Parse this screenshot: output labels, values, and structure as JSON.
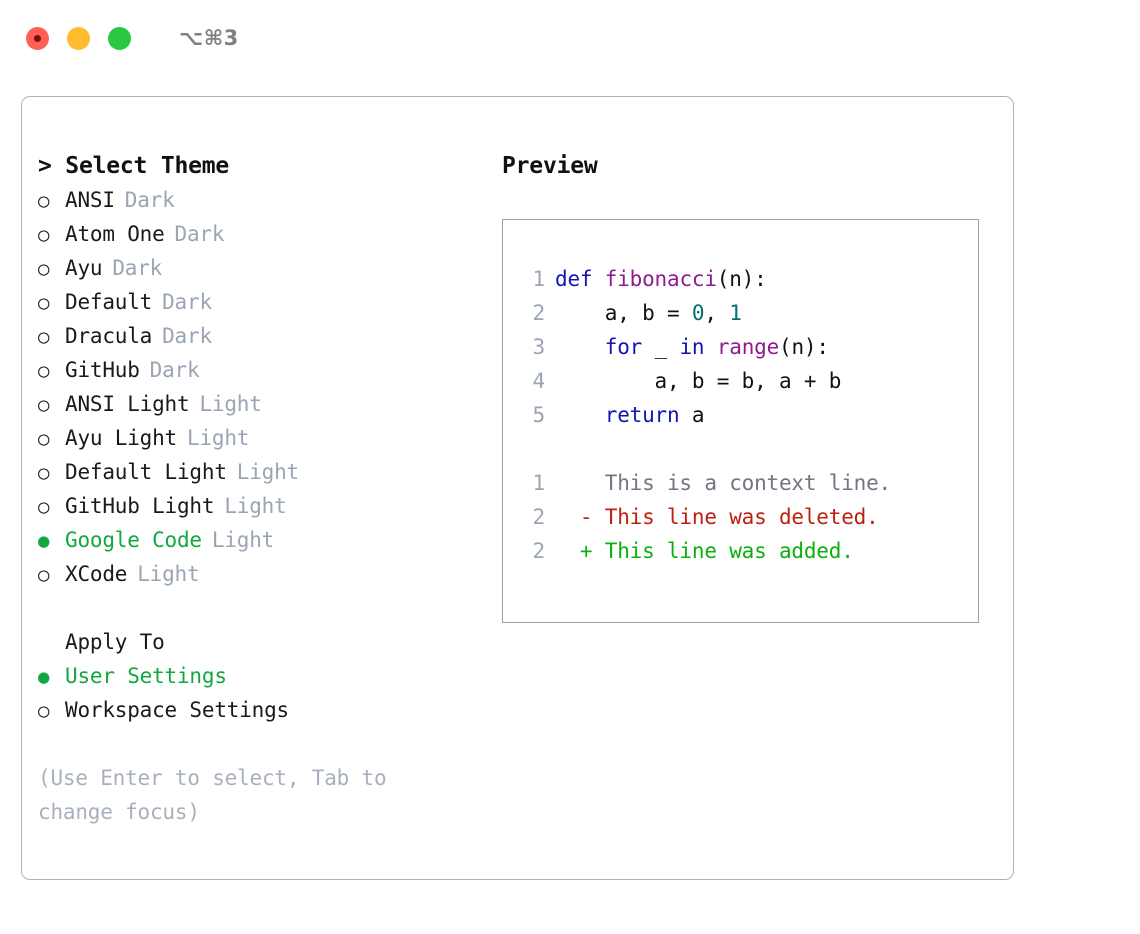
{
  "window": {
    "shortcut_hint": "⌥⌘3",
    "traffic_lights": [
      "close",
      "minimize",
      "maximize"
    ]
  },
  "theme_picker": {
    "heading": "> Select Theme",
    "marker_selected": "●",
    "marker_unselected": "○",
    "items": [
      {
        "label": "ANSI",
        "variant": "Dark",
        "selected": false
      },
      {
        "label": "Atom One",
        "variant": "Dark",
        "selected": false
      },
      {
        "label": "Ayu",
        "variant": "Dark",
        "selected": false
      },
      {
        "label": "Default",
        "variant": "Dark",
        "selected": false
      },
      {
        "label": "Dracula",
        "variant": "Dark",
        "selected": false
      },
      {
        "label": "GitHub",
        "variant": "Dark",
        "selected": false
      },
      {
        "label": "ANSI Light",
        "variant": "Light",
        "selected": false
      },
      {
        "label": "Ayu Light",
        "variant": "Light",
        "selected": false
      },
      {
        "label": "Default Light",
        "variant": "Light",
        "selected": false
      },
      {
        "label": "GitHub Light",
        "variant": "Light",
        "selected": false
      },
      {
        "label": "Google Code",
        "variant": "Light",
        "selected": true
      },
      {
        "label": "XCode",
        "variant": "Light",
        "selected": false
      }
    ]
  },
  "apply_to": {
    "heading": "Apply To",
    "items": [
      {
        "label": "User Settings",
        "selected": true
      },
      {
        "label": "Workspace Settings",
        "selected": false
      }
    ]
  },
  "help": {
    "text": "(Use Enter to select, Tab to change focus)"
  },
  "preview": {
    "heading": "Preview",
    "code_lines": [
      {
        "num": "1",
        "tokens": [
          {
            "t": "def ",
            "c": "kw"
          },
          {
            "t": "fibonacci",
            "c": "fn"
          },
          {
            "t": "(n):",
            "c": "pl"
          }
        ]
      },
      {
        "num": "2",
        "tokens": [
          {
            "t": "    a, b = ",
            "c": "pl"
          },
          {
            "t": "0",
            "c": "num"
          },
          {
            "t": ", ",
            "c": "pl"
          },
          {
            "t": "1",
            "c": "num"
          }
        ]
      },
      {
        "num": "3",
        "tokens": [
          {
            "t": "    ",
            "c": "pl"
          },
          {
            "t": "for",
            "c": "kw"
          },
          {
            "t": " _ ",
            "c": "pl"
          },
          {
            "t": "in",
            "c": "kw"
          },
          {
            "t": " ",
            "c": "pl"
          },
          {
            "t": "range",
            "c": "fn"
          },
          {
            "t": "(n):",
            "c": "pl"
          }
        ]
      },
      {
        "num": "4",
        "tokens": [
          {
            "t": "        a, b = b, a + b",
            "c": "pl"
          }
        ]
      },
      {
        "num": "5",
        "tokens": [
          {
            "t": "    ",
            "c": "pl"
          },
          {
            "t": "return",
            "c": "kw"
          },
          {
            "t": " a",
            "c": "pl"
          }
        ]
      }
    ],
    "diff_lines": [
      {
        "num": "1",
        "prefix": "  ",
        "text": "This is a context line.",
        "kind": "ctx"
      },
      {
        "num": "2",
        "prefix": "- ",
        "text": "This line was deleted.",
        "kind": "del"
      },
      {
        "num": "2",
        "prefix": "+ ",
        "text": "This line was added.",
        "kind": "add"
      }
    ]
  },
  "colors": {
    "accent_green": "#11a93f",
    "panel_border": "#aab3c0",
    "code_border": "#93a1b1",
    "muted": "#9aa5b4",
    "help": "#a8b0bd",
    "keyword": "#1414b3",
    "function": "#911a91",
    "number": "#00706b",
    "diff_add": "#0cb00c",
    "diff_del": "#bd1f10",
    "diff_ctx": "#6f7782",
    "traffic_close": "#ff5f57",
    "traffic_min": "#febc2e",
    "traffic_max": "#28c840"
  }
}
